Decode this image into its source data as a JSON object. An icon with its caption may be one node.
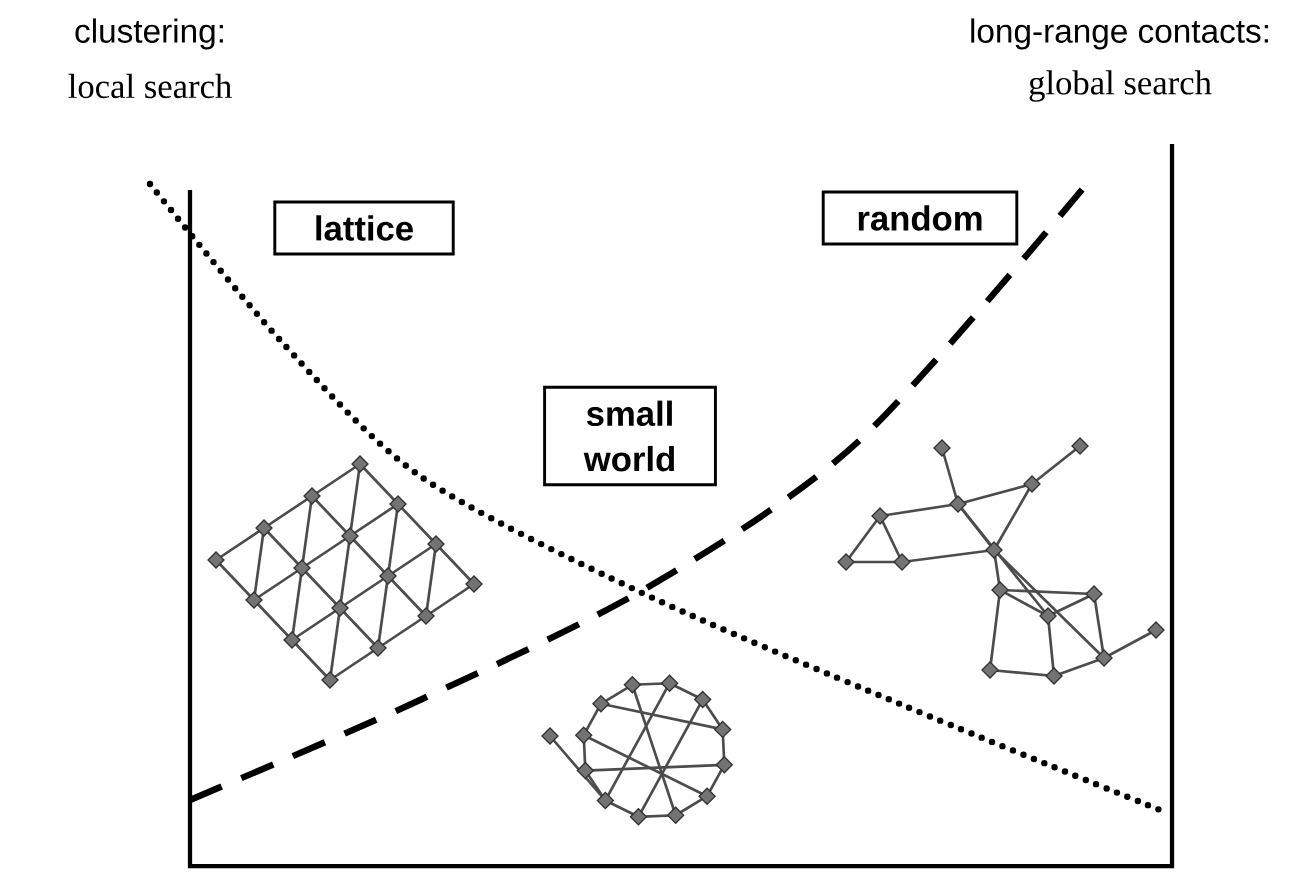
{
  "diagram": {
    "nodes": [
      {
        "text": [
          "lattice"
        ]
      },
      {
        "text": [
          "random"
        ]
      },
      {
        "text": [
          "small world"
        ]
      }
    ],
    "labels": [
      "clustering:",
      "local search",
      "long-range contacts:",
      "global search"
    ]
  }
}
